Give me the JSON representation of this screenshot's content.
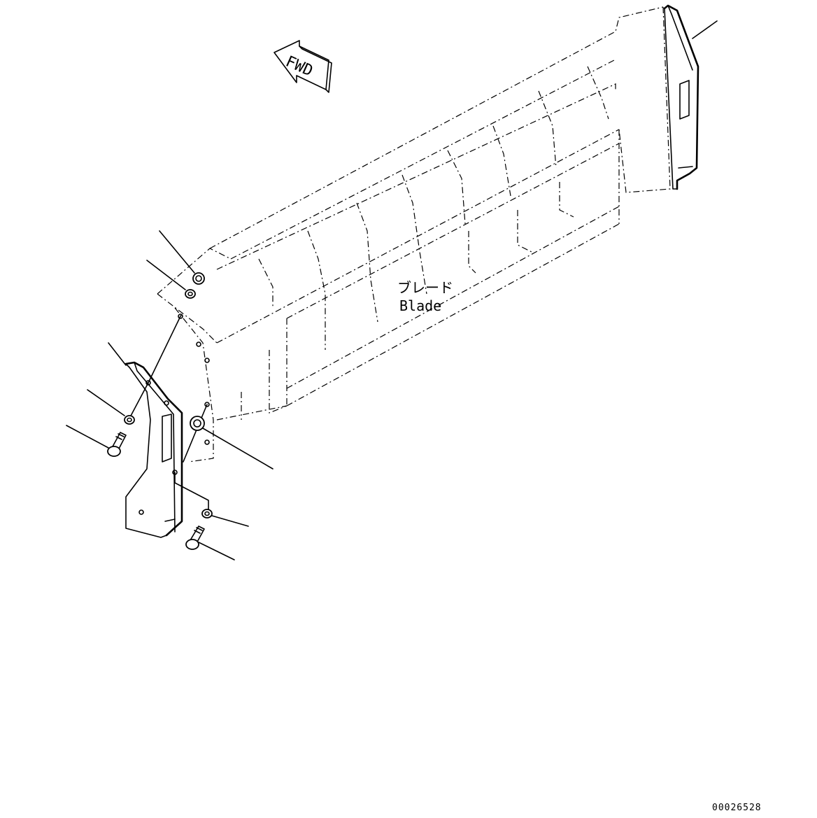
{
  "fwd_label": "FWD",
  "blade_label_jp": "ブレード",
  "blade_label_en": "Blade",
  "drawing_code": "00026528"
}
